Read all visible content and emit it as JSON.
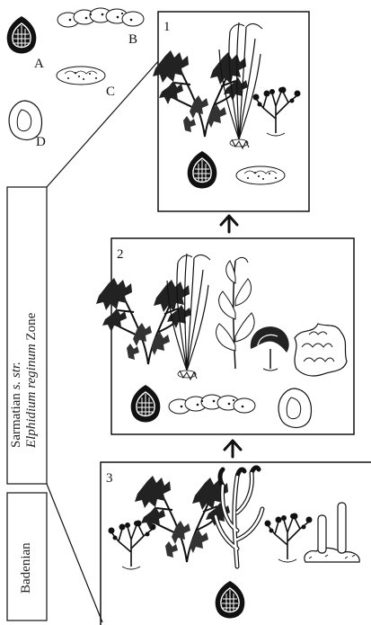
{
  "legend": {
    "label_a": "A",
    "label_b": "B",
    "label_c": "C",
    "label_d": "D"
  },
  "panels": [
    {
      "number": "1"
    },
    {
      "number": "2"
    },
    {
      "number": "3"
    }
  ],
  "stratigraphy": {
    "upper_stage": "Sarmatian",
    "upper_qualifier": "s. str.",
    "upper_zone_species": "Elphidium reginum",
    "upper_zone_word": "Zone",
    "lower_stage": "Badenian"
  },
  "colors": {
    "ink": "#111111",
    "paper": "#ffffff"
  }
}
